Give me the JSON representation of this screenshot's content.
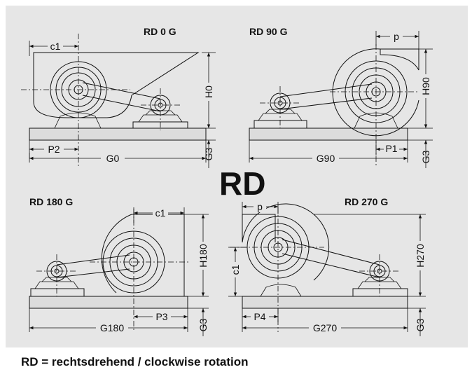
{
  "center_label": "RD",
  "caption": "RD = rechtsdrehend / clockwise rotation",
  "views": {
    "rd0": {
      "title": "RD 0 G",
      "dims": {
        "c1": "c1",
        "h": "H0",
        "p": "P2",
        "g": "G0",
        "g3": "G3"
      }
    },
    "rd90": {
      "title": "RD 90 G",
      "dims": {
        "p_top": "p",
        "h": "H90",
        "p": "P1",
        "g": "G90",
        "g3": "G3"
      }
    },
    "rd180": {
      "title": "RD 180 G",
      "dims": {
        "c1": "c1",
        "h": "H180",
        "p": "P3",
        "g": "G180",
        "g3": "G3"
      }
    },
    "rd270": {
      "title": "RD 270 G",
      "dims": {
        "p_top": "p",
        "c1": "c1",
        "h": "H270",
        "p": "P4",
        "g": "G270",
        "g3": "G3"
      }
    }
  }
}
